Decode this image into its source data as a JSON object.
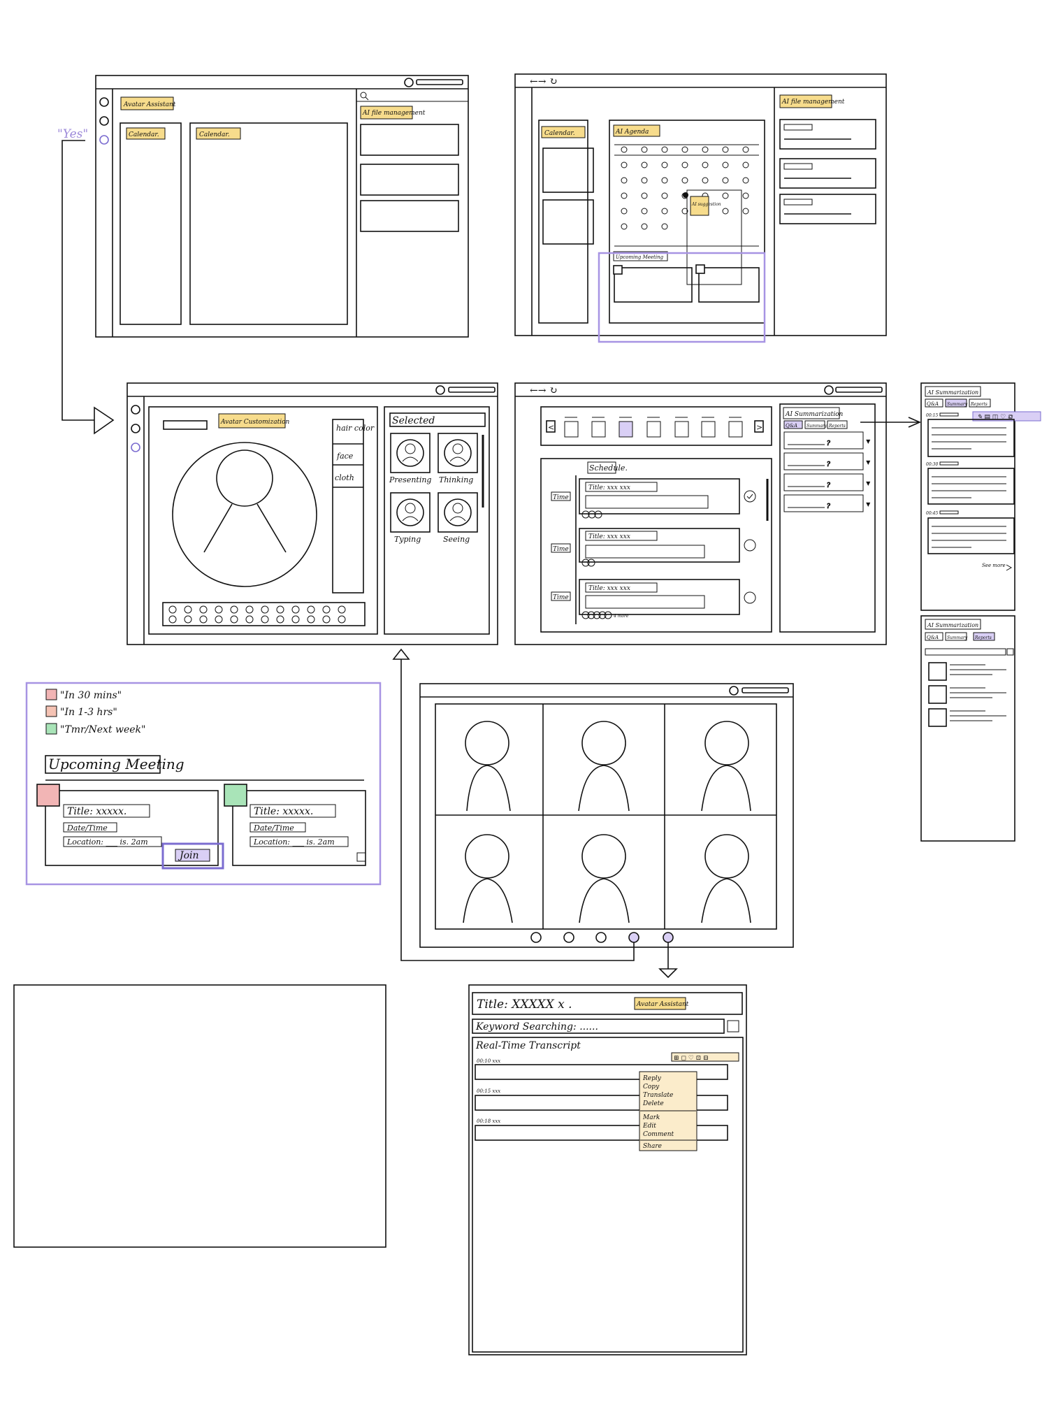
{
  "annotations": {
    "yes_label": "\"Yes\"",
    "legend": [
      {
        "label": "\"In 30 mins\"",
        "color": "#f2b5b5"
      },
      {
        "label": "\"In 1-3 hrs\"",
        "color": "#f5c3b4"
      },
      {
        "label": "\"Tmr/Next week\"",
        "color": "#a9e4b8"
      }
    ]
  },
  "colors": {
    "highlight": "#f7dc8c",
    "accent": "#a794e3",
    "accent_fill": "#d9cff5",
    "urgent": "#f2b5b5",
    "later": "#a9e4b8"
  },
  "frame1": {
    "tag": "Avatar Assistant",
    "calendar_a": "Calendar.",
    "calendar_b": "Calendar.",
    "ai_panel": "AI file management"
  },
  "frame2": {
    "calendar": "Calendar.",
    "agenda": "AI Agenda",
    "agenda_tag": "AI suggestion",
    "upcoming": "Upcoming Meeting",
    "ai_panel": "AI file management"
  },
  "avatar": {
    "title": "Avatar Customization",
    "options": [
      "hair color",
      "face",
      "cloth"
    ],
    "selected_title": "Selected",
    "poses": [
      "Presenting",
      "Thinking",
      "Typing",
      "Seeing"
    ]
  },
  "schedule": {
    "title": "Schedule.",
    "time_label": "Time",
    "item_title": "Title: xxx xxx",
    "more": "4 more",
    "summary_title": "AI Summarization",
    "tabs": [
      "Q&A",
      "Summary",
      "Reports"
    ]
  },
  "sidebar_a": {
    "title": "AI Summarization",
    "tabs": [
      "Q&A",
      "Summary",
      "Reports"
    ],
    "timestamps": [
      "00:15",
      "00:30",
      "00:45"
    ],
    "see_more": "See more"
  },
  "sidebar_b": {
    "title": "AI Summarization",
    "tabs": [
      "Q&A",
      "Summary",
      "Reports"
    ]
  },
  "meeting_zoom": {
    "heading": "Upcoming Meeting",
    "title": "Title: xxxxx.",
    "date": "Date/Time",
    "location": "Location: ___ is. 2am",
    "join": "Join"
  },
  "transcript": {
    "title": "Title: XXXXX x .",
    "tag": "Avatar Assistant",
    "search": "Keyword Searching: ......",
    "section": "Real-Time Transcript",
    "entries": [
      "00:10  xxx",
      "00:15  xxx",
      "00:18  xxx"
    ],
    "menu": [
      "Reply",
      "Copy",
      "Translate",
      "Delete",
      "Mark",
      "Edit",
      "Comment",
      "Share"
    ]
  }
}
